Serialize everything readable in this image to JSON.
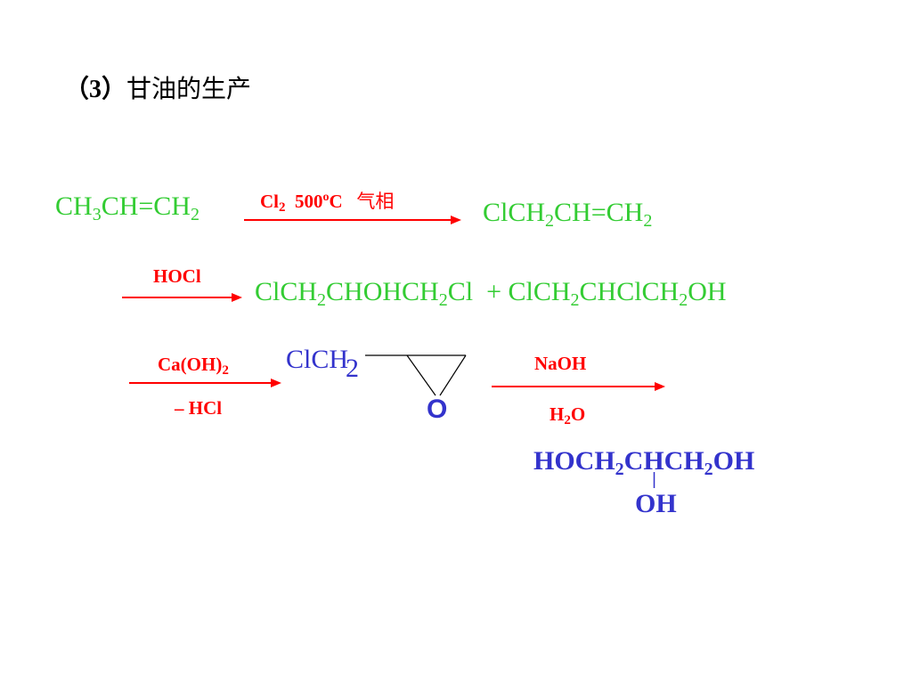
{
  "title": {
    "num": "（3）",
    "text": "甘油的生产"
  },
  "step1": {
    "reactant": {
      "a": "CH",
      "s1": "3",
      "b": "CH=CH",
      "s2": "2"
    },
    "condition": {
      "a": "Cl",
      "s1": "2",
      "b": "500",
      "sup": "o",
      "c": "C",
      "d": "气相"
    },
    "product": {
      "a": "ClCH",
      "s1": "2",
      "b": "CH=CH",
      "s2": "2"
    }
  },
  "step2": {
    "reagent": "HOCl",
    "products": {
      "a": "ClCH",
      "s1": "2",
      "b": "CHOHCH",
      "s2": "2",
      "c": "Cl",
      "plus": "+",
      "d": "ClCH",
      "s3": "2",
      "e": "CHClCH",
      "s4": "2",
      "f": "OH"
    }
  },
  "step3": {
    "reagent_top": {
      "a": "Ca(OH)",
      "s1": "2"
    },
    "reagent_bottom": "– HCl",
    "epoxide": {
      "a": "ClCH",
      "s1": "2",
      "o": "O"
    }
  },
  "step4": {
    "reagent_top": "NaOH",
    "reagent_bottom": {
      "a": "H",
      "s1": "2",
      "b": "O"
    },
    "product": {
      "a": "HOCH",
      "s1": "2",
      "b": "CHCH",
      "s2": "2",
      "c": "OH",
      "branch": "OH"
    }
  },
  "colors": {
    "title": "#000000",
    "reactant": "#33cc33",
    "condition": "#ff0000",
    "blue": "#3333cc",
    "arrow": "#ff0000"
  }
}
